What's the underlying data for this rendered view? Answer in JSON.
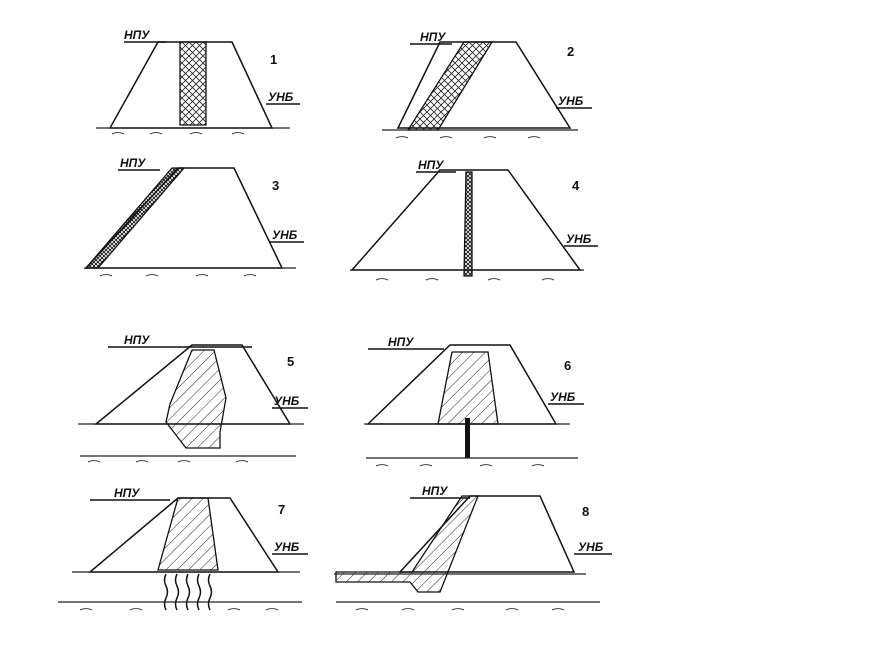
{
  "labels": {
    "npu": "НПУ",
    "unb": "УНБ"
  },
  "diagrams": [
    {
      "number": "1"
    },
    {
      "number": "2"
    },
    {
      "number": "3"
    },
    {
      "number": "4"
    },
    {
      "number": "5"
    },
    {
      "number": "6"
    },
    {
      "number": "7"
    },
    {
      "number": "8"
    }
  ]
}
